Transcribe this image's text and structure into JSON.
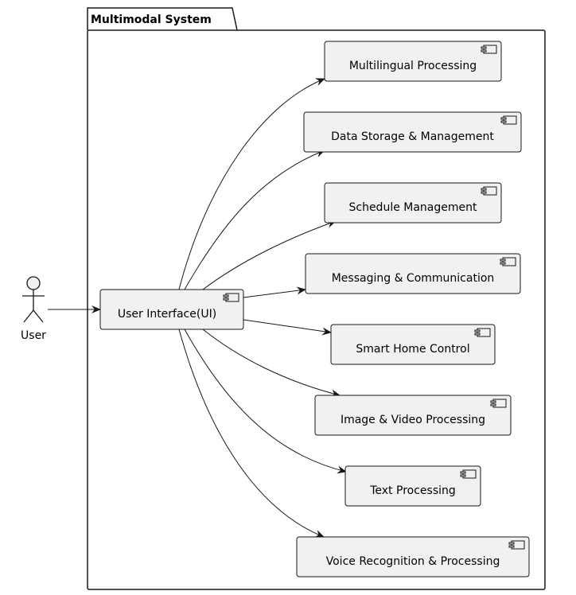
{
  "package": {
    "title": "Multimodal System"
  },
  "actor": {
    "label": "User"
  },
  "hub": {
    "label": "User Interface(UI)"
  },
  "components": [
    {
      "id": "multilingual",
      "label": "Multilingual Processing"
    },
    {
      "id": "data-storage",
      "label": "Data Storage & Management"
    },
    {
      "id": "schedule",
      "label": "Schedule Management"
    },
    {
      "id": "messaging",
      "label": "Messaging & Communication"
    },
    {
      "id": "smart-home",
      "label": "Smart Home Control"
    },
    {
      "id": "image-video",
      "label": "Image & Video Processing"
    },
    {
      "id": "text",
      "label": "Text Processing"
    },
    {
      "id": "voice",
      "label": "Voice Recognition & Processing"
    }
  ],
  "colors": {
    "component_fill": "#f1f1f1",
    "component_stroke": "#181818",
    "line": "#181818"
  }
}
